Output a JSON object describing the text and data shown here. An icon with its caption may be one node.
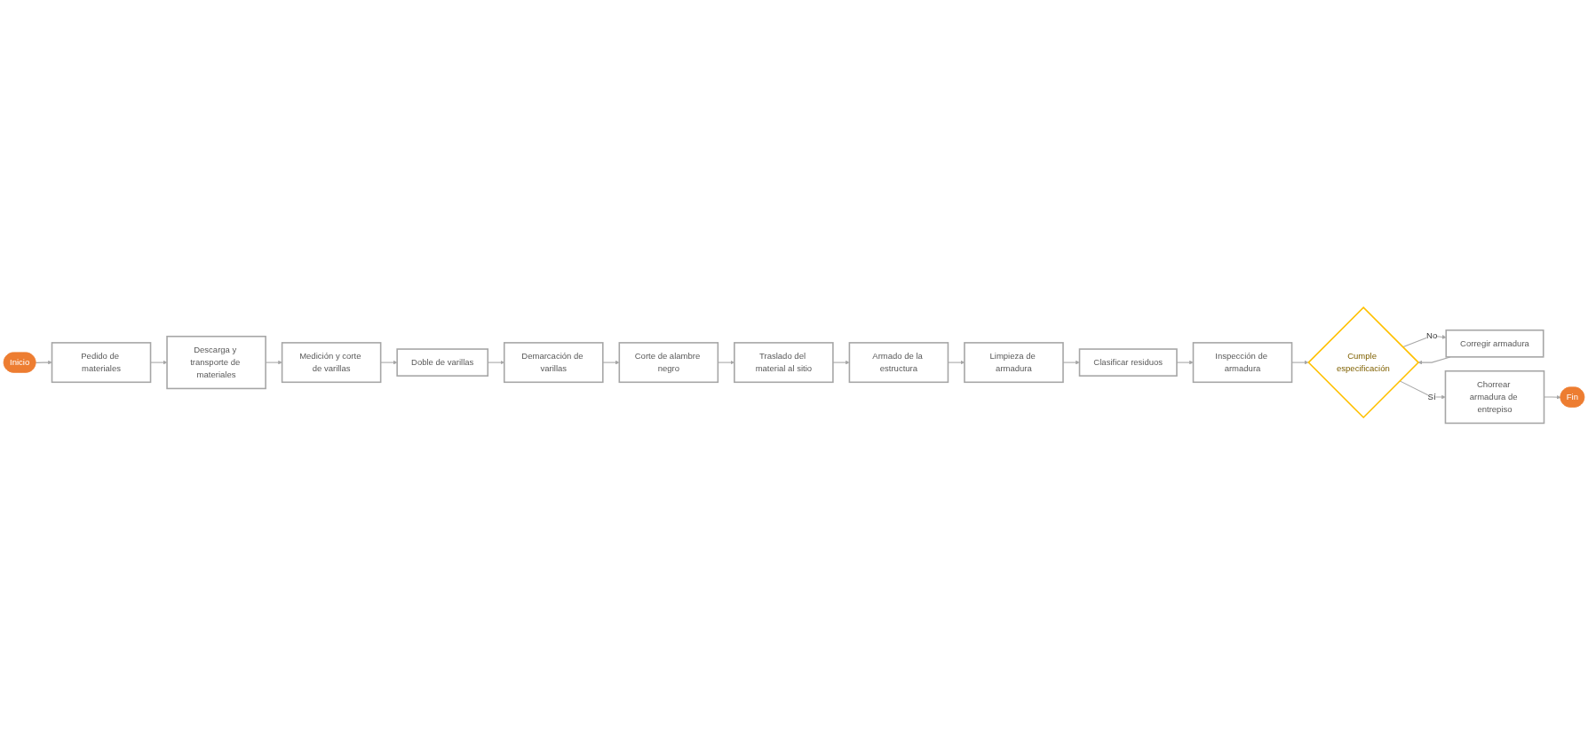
{
  "diagram": {
    "nodes": [
      {
        "text": [
          "Inicio"
        ]
      },
      {
        "text": [
          "Pedido de materiales"
        ]
      },
      {
        "text": [
          "Descarga y transporte de materiales"
        ]
      },
      {
        "text": [
          "Medición y corte de varillas"
        ]
      },
      {
        "text": [
          "Doble de varillas"
        ]
      },
      {
        "text": [
          "Demarcación de varillas"
        ]
      },
      {
        "text": [
          "Corte de alambre negro"
        ]
      },
      {
        "text": [
          "Traslado del material al sitio"
        ]
      },
      {
        "text": [
          "Armado de la estructura"
        ]
      },
      {
        "text": [
          "Limpieza de armadura"
        ]
      },
      {
        "text": [
          "Clasificar residuos"
        ]
      },
      {
        "text": [
          "Inspección de armadura"
        ]
      },
      {
        "text": [
          "Cumple especificación"
        ]
      },
      {
        "text": [
          "Corregir armadura"
        ]
      },
      {
        "text": [
          "Chorrear armadura de entrepiso"
        ]
      },
      {
        "text": [
          "Fin"
        ]
      }
    ],
    "edges": [
      {
        "from": 0,
        "to": 1,
        "arrow": "to"
      },
      {
        "from": 1,
        "to": 2,
        "arrow": "to"
      },
      {
        "from": 2,
        "to": 3,
        "arrow": "to"
      },
      {
        "from": 3,
        "to": 4,
        "arrow": "to"
      },
      {
        "from": 4,
        "to": 5,
        "arrow": "to"
      },
      {
        "from": 5,
        "to": 6,
        "arrow": "to"
      },
      {
        "from": 6,
        "to": 7,
        "arrow": "to"
      },
      {
        "from": 7,
        "to": 8,
        "arrow": "to"
      },
      {
        "from": 8,
        "to": 9,
        "arrow": "to"
      },
      {
        "from": 9,
        "to": 10,
        "arrow": "to"
      },
      {
        "from": 10,
        "to": 11,
        "arrow": "to"
      },
      {
        "from": 11,
        "to": 12,
        "arrow": "to"
      },
      {
        "from": 12,
        "to": 13,
        "arrow": "to",
        "label": "No"
      },
      {
        "from": 13,
        "to": 12,
        "arrow": "to"
      },
      {
        "from": 12,
        "to": 14,
        "arrow": "to",
        "label": "Sí"
      },
      {
        "from": 14,
        "to": 15,
        "arrow": "to"
      }
    ]
  }
}
